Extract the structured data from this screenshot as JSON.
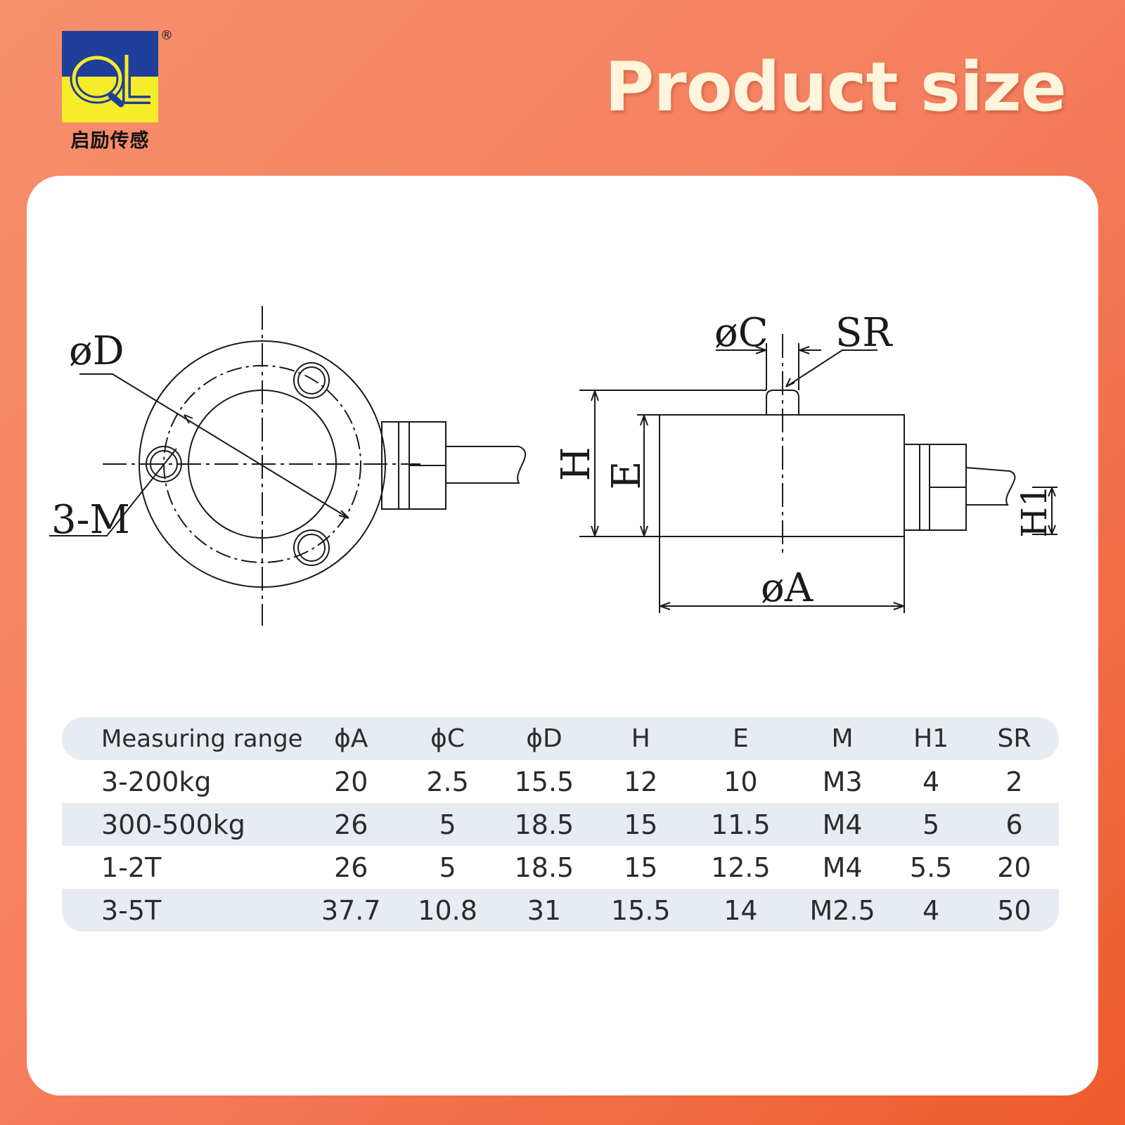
{
  "logo": {
    "mark": "QL",
    "registered": "®",
    "company": "启励传感",
    "icon": "ql-logo-icon"
  },
  "title": "Product size",
  "colors": {
    "background": "#f58060",
    "logo_blue": "#1f3f9a",
    "logo_yellow": "#f5ec2a",
    "table_shade": "#e7ecf3"
  },
  "drawing": {
    "top_view": {
      "label_d": "øD",
      "label_m": "3-M"
    },
    "side_view": {
      "label_c": "øC",
      "label_sr": "SR",
      "label_h": "H",
      "label_e": "E",
      "label_a": "øA",
      "label_h1": "H1"
    }
  },
  "table": {
    "headers": [
      "Measuring range",
      "ϕA",
      "ϕC",
      "ϕD",
      "H",
      "E",
      "M",
      "H1",
      "SR"
    ],
    "rows": [
      [
        "3-200kg",
        "20",
        "2.5",
        "15.5",
        "12",
        "10",
        "M3",
        "4",
        "2"
      ],
      [
        "300-500kg",
        "26",
        "5",
        "18.5",
        "15",
        "11.5",
        "M4",
        "5",
        "6"
      ],
      [
        "1-2T",
        "26",
        "5",
        "18.5",
        "15",
        "12.5",
        "M4",
        "5.5",
        "20"
      ],
      [
        "3-5T",
        "37.7",
        "10.8",
        "31",
        "15.5",
        "14",
        "M2.5",
        "4",
        "50"
      ]
    ]
  }
}
